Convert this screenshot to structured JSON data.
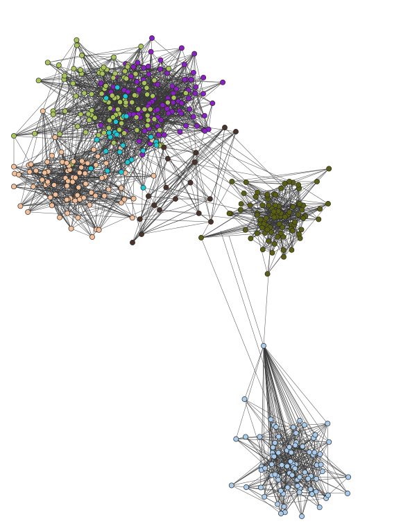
{
  "graph": {
    "background": "#ffffff",
    "edge_color": "#3a3a3a",
    "node_outline": "#2a2a2a",
    "communities": [
      {
        "name": "purple",
        "color": "#8a1fc4"
      },
      {
        "name": "yellow-green",
        "color": "#a9c45a"
      },
      {
        "name": "peach",
        "color": "#f3c09a"
      },
      {
        "name": "cyan",
        "color": "#1fc8d6"
      },
      {
        "name": "olive",
        "color": "#5a5f12"
      },
      {
        "name": "dark-brown",
        "color": "#4a3328"
      },
      {
        "name": "light-blue",
        "color": "#a9cbec"
      }
    ]
  }
}
